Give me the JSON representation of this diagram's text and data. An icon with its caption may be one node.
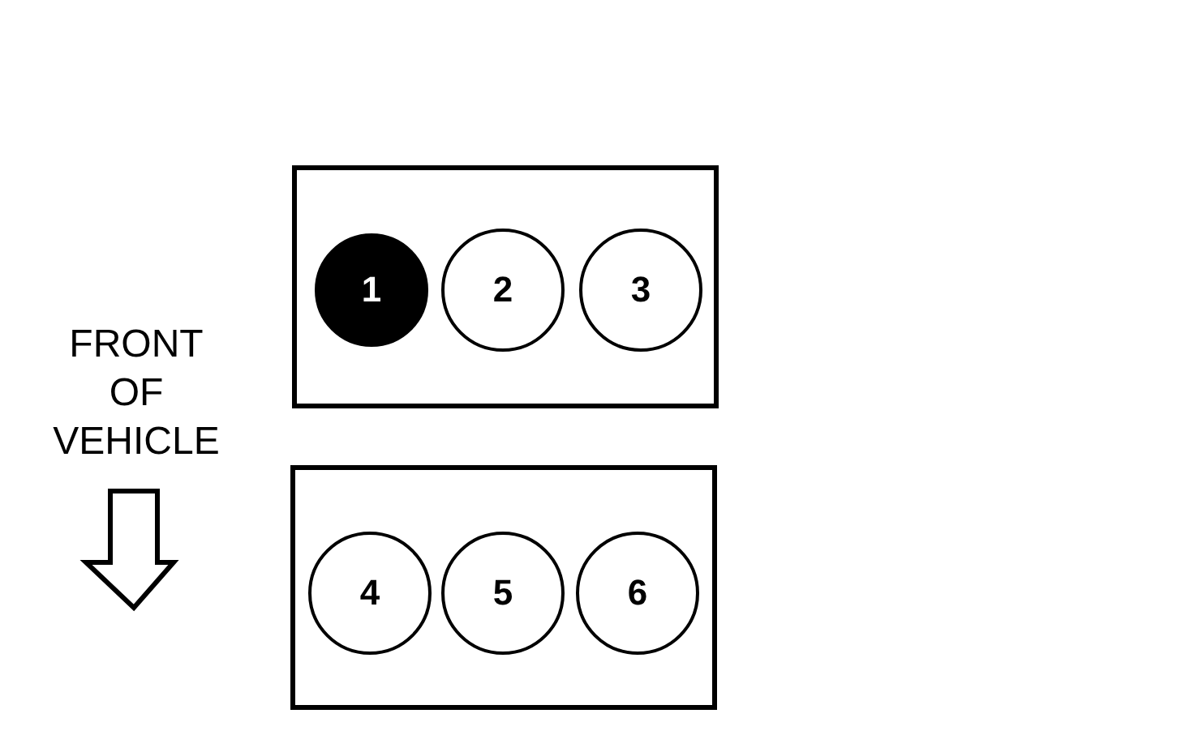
{
  "diagram": {
    "nodes": [
      {
        "text": [],
        "shape": "box"
      },
      {
        "text": [
          "1"
        ],
        "in": 0
      },
      {
        "text": [
          "2"
        ],
        "in": 0
      },
      {
        "text": [
          "3"
        ],
        "in": 0
      },
      {
        "text": [],
        "shape": "box"
      },
      {
        "text": [
          "4"
        ],
        "in": 4
      },
      {
        "text": [
          "5"
        ],
        "in": 4
      },
      {
        "text": [
          "6"
        ],
        "in": 4
      }
    ],
    "labels": [
      "FRONT OF VEHICLE"
    ]
  }
}
